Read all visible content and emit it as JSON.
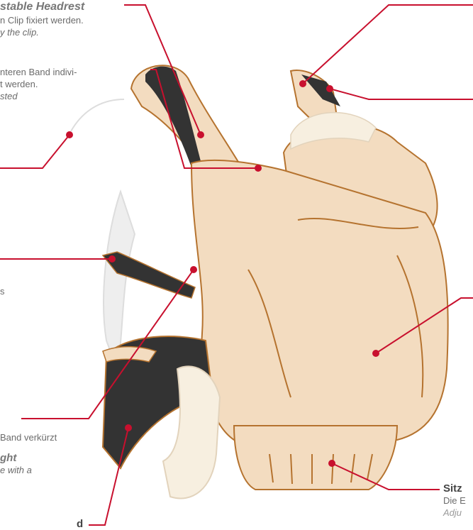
{
  "accent_color": "#c8102e",
  "fabric_color": "#f3dcc0",
  "outline_color": "#b5732f",
  "strap_color": "#333333",
  "labels": {
    "headrest_title": "stable Headrest",
    "headrest_de": "n Clip fixiert werden.",
    "headrest_en": "y the clip.",
    "band_de_1": "nteren Band indivi-",
    "band_de_2": "t werden.",
    "band_en": "sted",
    "mid_tail": "s",
    "waist_de": "Band verkürzt",
    "waist_title": "ght",
    "waist_en": "e with a",
    "bottom_left_title": "d",
    "seat_title": "Sitz",
    "seat_de": "Die E",
    "seat_en": "Adju"
  }
}
